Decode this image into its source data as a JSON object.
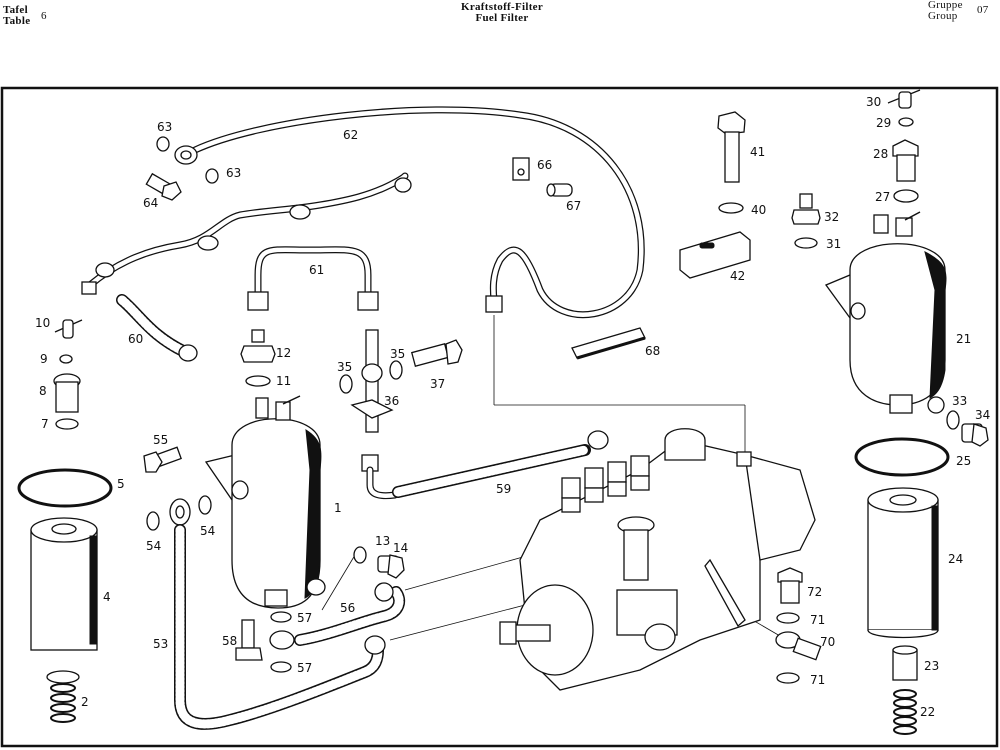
{
  "header": {
    "table_label_de": "Tafel",
    "table_label_en": "Table",
    "table_number": "6",
    "title_de": "Kraftstoff-Filter",
    "title_en": "Fuel Filter",
    "group_label_de": "Gruppe",
    "group_label_en": "Group",
    "group_number": "07"
  },
  "callouts": {
    "c1": "1",
    "c2": "2",
    "c4": "4",
    "c5": "5",
    "c7": "7",
    "c8": "8",
    "c9": "9",
    "c10": "10",
    "c11": "11",
    "c12": "12",
    "c13": "13",
    "c14": "14",
    "c21": "21",
    "c22": "22",
    "c23": "23",
    "c24": "24",
    "c25": "25",
    "c27": "27",
    "c28": "28",
    "c29": "29",
    "c30": "30",
    "c31": "31",
    "c32": "32",
    "c33": "33",
    "c34": "34",
    "c35a": "35",
    "c35b": "35",
    "c36": "36",
    "c37": "37",
    "c40": "40",
    "c41": "41",
    "c42": "42",
    "c53": "53",
    "c54a": "54",
    "c54b": "54",
    "c55": "55",
    "c56": "56",
    "c57a": "57",
    "c57b": "57",
    "c58": "58",
    "c59": "59",
    "c60": "60",
    "c61": "61",
    "c62": "62",
    "c63a": "63",
    "c63b": "63",
    "c64": "64",
    "c66": "66",
    "c67": "67",
    "c68": "68",
    "c70": "70",
    "c71a": "71",
    "c71b": "71",
    "c72": "72"
  }
}
